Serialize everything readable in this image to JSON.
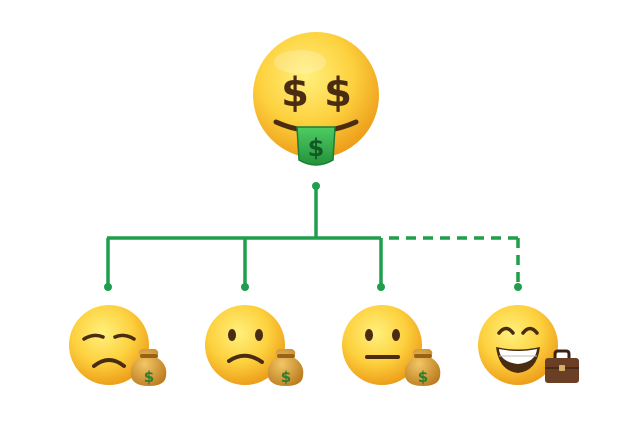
{
  "colors": {
    "connector": "#1f9e4c",
    "face_light": "#ffe26a",
    "face_mid": "#fcc93a",
    "face_dark": "#e8930f",
    "feature": "#4a2c13",
    "money_green": "#3bbf52",
    "money_dark": "#1f8a38",
    "bag": "#d59a2f",
    "briefcase": "#6b3f25"
  },
  "diagram": {
    "root": {
      "icon": "money-mouth-face-icon",
      "symbol": "$"
    },
    "children": [
      {
        "icon": "disappointed-face-icon",
        "accessory": "money-bag-icon",
        "link": "solid"
      },
      {
        "icon": "slightly-frowning-face-icon",
        "accessory": "money-bag-icon",
        "link": "solid"
      },
      {
        "icon": "neutral-face-icon",
        "accessory": "money-bag-icon",
        "link": "solid"
      },
      {
        "icon": "grinning-face-icon",
        "accessory": "briefcase-icon",
        "link": "dashed"
      }
    ]
  }
}
